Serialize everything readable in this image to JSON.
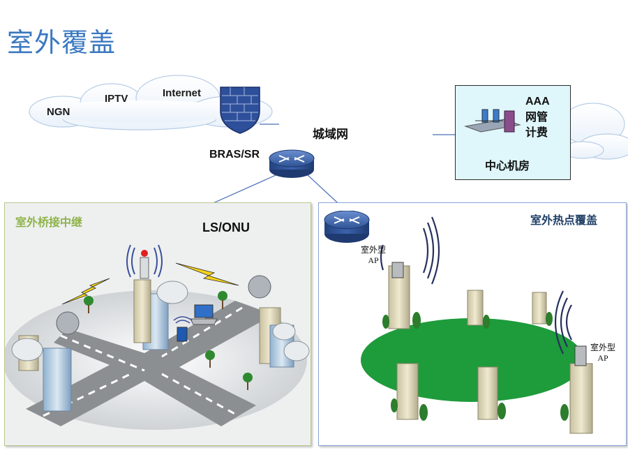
{
  "title": "室外覆盖",
  "clouds": {
    "ngn": "NGN",
    "iptv": "IPTV",
    "internet": "Internet"
  },
  "network": {
    "metro_label": "城域网",
    "bras_label": "BRAS/SR",
    "lsonu_label": "LS/ONU"
  },
  "center_room": {
    "lines": [
      "AAA",
      "网管",
      "计费"
    ],
    "label": "中心机房"
  },
  "panels": {
    "left_title": "室外桥接中继",
    "right_title": "室外热点覆盖"
  },
  "ap_labels": {
    "ap1_line1": "室外型",
    "ap1_line2": "AP",
    "ap2_line1": "室外型",
    "ap2_line2": "AP"
  },
  "colors": {
    "title": "#3a78c0",
    "router": "#2f5496",
    "left_title": "#8fb34a",
    "right_title": "#1f3f66",
    "hotspot": "#1e9b3b"
  }
}
